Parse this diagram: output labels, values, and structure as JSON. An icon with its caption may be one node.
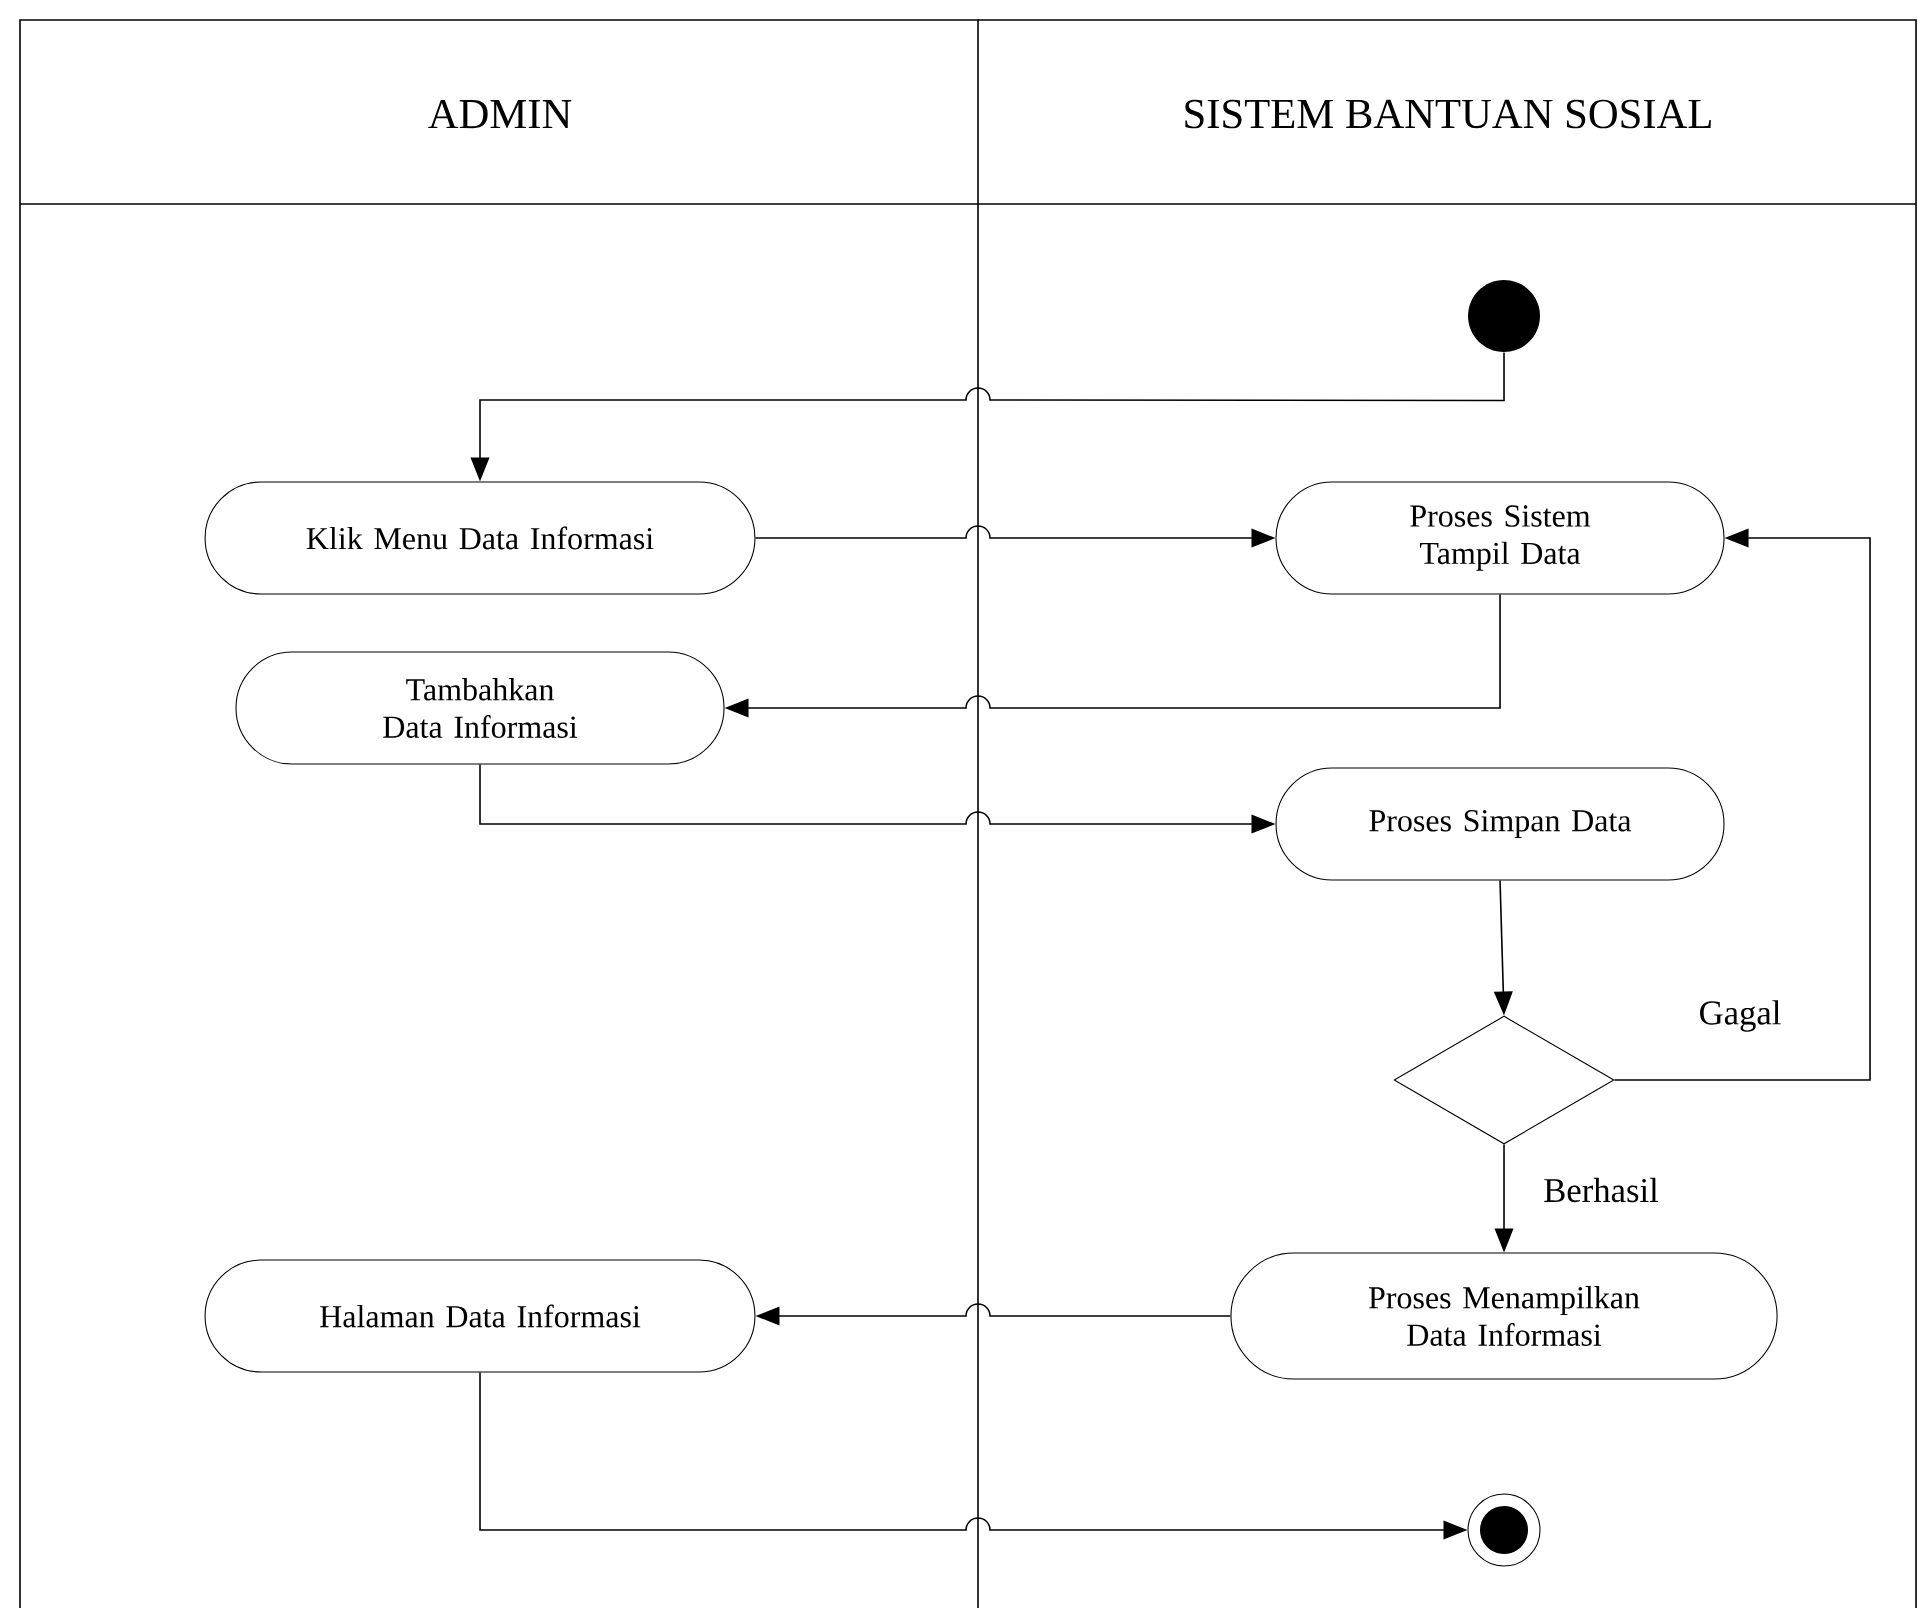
{
  "diagram": {
    "nodes": [
      {
        "text": [
          "ADMIN"
        ]
      },
      {
        "text": [
          "SISTEM BANTUAN SOSIAL"
        ]
      },
      {
        "text": [],
        "shape": "circle",
        "in": 1
      },
      {
        "text": [
          "Klik Menu Data Informasi"
        ],
        "in": 0
      },
      {
        "text": [
          "Proses Sistem Tampil Data"
        ],
        "in": 1
      },
      {
        "text": [
          "Tambahkan Data Informasi"
        ],
        "in": 0
      },
      {
        "text": [
          "Proses Simpan Data"
        ],
        "in": 1
      },
      {
        "text": [],
        "shape": "diamond",
        "in": 1
      },
      {
        "text": [
          "Proses Menampilkan Data Informasi"
        ],
        "in": 1
      },
      {
        "text": [
          "Halaman Data Informasi"
        ],
        "in": 0
      },
      {
        "text": [],
        "shape": "circle",
        "in": 1
      }
    ],
    "edges": [
      {
        "from": 2,
        "to": 3,
        "arrow": "to"
      },
      {
        "from": 3,
        "to": 4,
        "arrow": "to"
      },
      {
        "from": 4,
        "to": 5,
        "arrow": "to"
      },
      {
        "from": 5,
        "to": 6,
        "arrow": "to"
      },
      {
        "from": 6,
        "to": 7,
        "arrow": "to"
      },
      {
        "from": 7,
        "to": 4,
        "arrow": "to",
        "label": "Gagal"
      },
      {
        "from": 7,
        "to": 8,
        "arrow": "to",
        "label": "Berhasil"
      },
      {
        "from": 8,
        "to": 9,
        "arrow": "to"
      },
      {
        "from": 9,
        "to": 10,
        "arrow": "to"
      }
    ]
  }
}
